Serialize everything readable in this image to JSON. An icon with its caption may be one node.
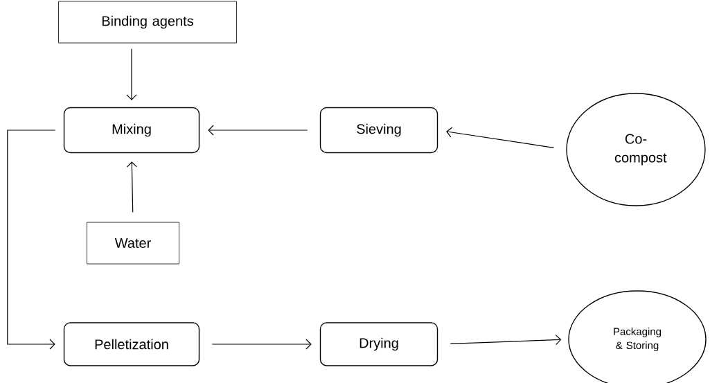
{
  "diagram": {
    "nodes": [
      {
        "text": [
          "Binding agents"
        ]
      },
      {
        "text": [
          "Mixing"
        ]
      },
      {
        "text": [
          "Sieving"
        ]
      },
      {
        "text": [
          "Co-compost"
        ]
      },
      {
        "text": [
          "Water"
        ]
      },
      {
        "text": [
          "Pelletization"
        ]
      },
      {
        "text": [
          "Drying"
        ]
      },
      {
        "text": [
          "Packaging & Storing"
        ]
      }
    ],
    "edges": [
      {
        "from": 0,
        "to": 1,
        "arrow": "to"
      },
      {
        "from": 2,
        "to": 1,
        "arrow": "to"
      },
      {
        "from": 3,
        "to": 2,
        "arrow": "to"
      },
      {
        "from": 4,
        "to": 1,
        "arrow": "to"
      },
      {
        "from": 1,
        "to": 5,
        "arrow": "to"
      },
      {
        "from": 5,
        "to": 6,
        "arrow": "to"
      },
      {
        "from": 6,
        "to": 7,
        "arrow": "to"
      }
    ]
  }
}
